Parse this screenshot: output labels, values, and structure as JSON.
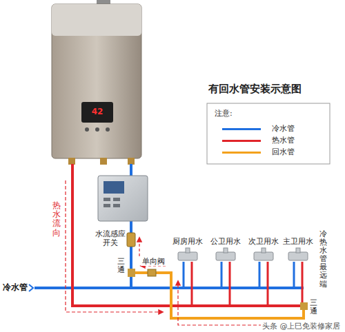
{
  "diagram": {
    "title": "有回水管安装示意图",
    "labels": [
      "42",
      "热水流向",
      "水流感应开关",
      "三通",
      "单向阀",
      "冷水管",
      "厨房用水",
      "公卫用水",
      "次卫用水",
      "主卫用水",
      "冷热水管最远端",
      "三通",
      "注意:",
      "头条 @上巳免装修家居"
    ],
    "legend": [
      {
        "text": "冷水管",
        "color": "#1f6fe0"
      },
      {
        "text": "热水管",
        "color": "#e0242a"
      },
      {
        "text": "回水管",
        "color": "#f3a11c"
      }
    ]
  }
}
